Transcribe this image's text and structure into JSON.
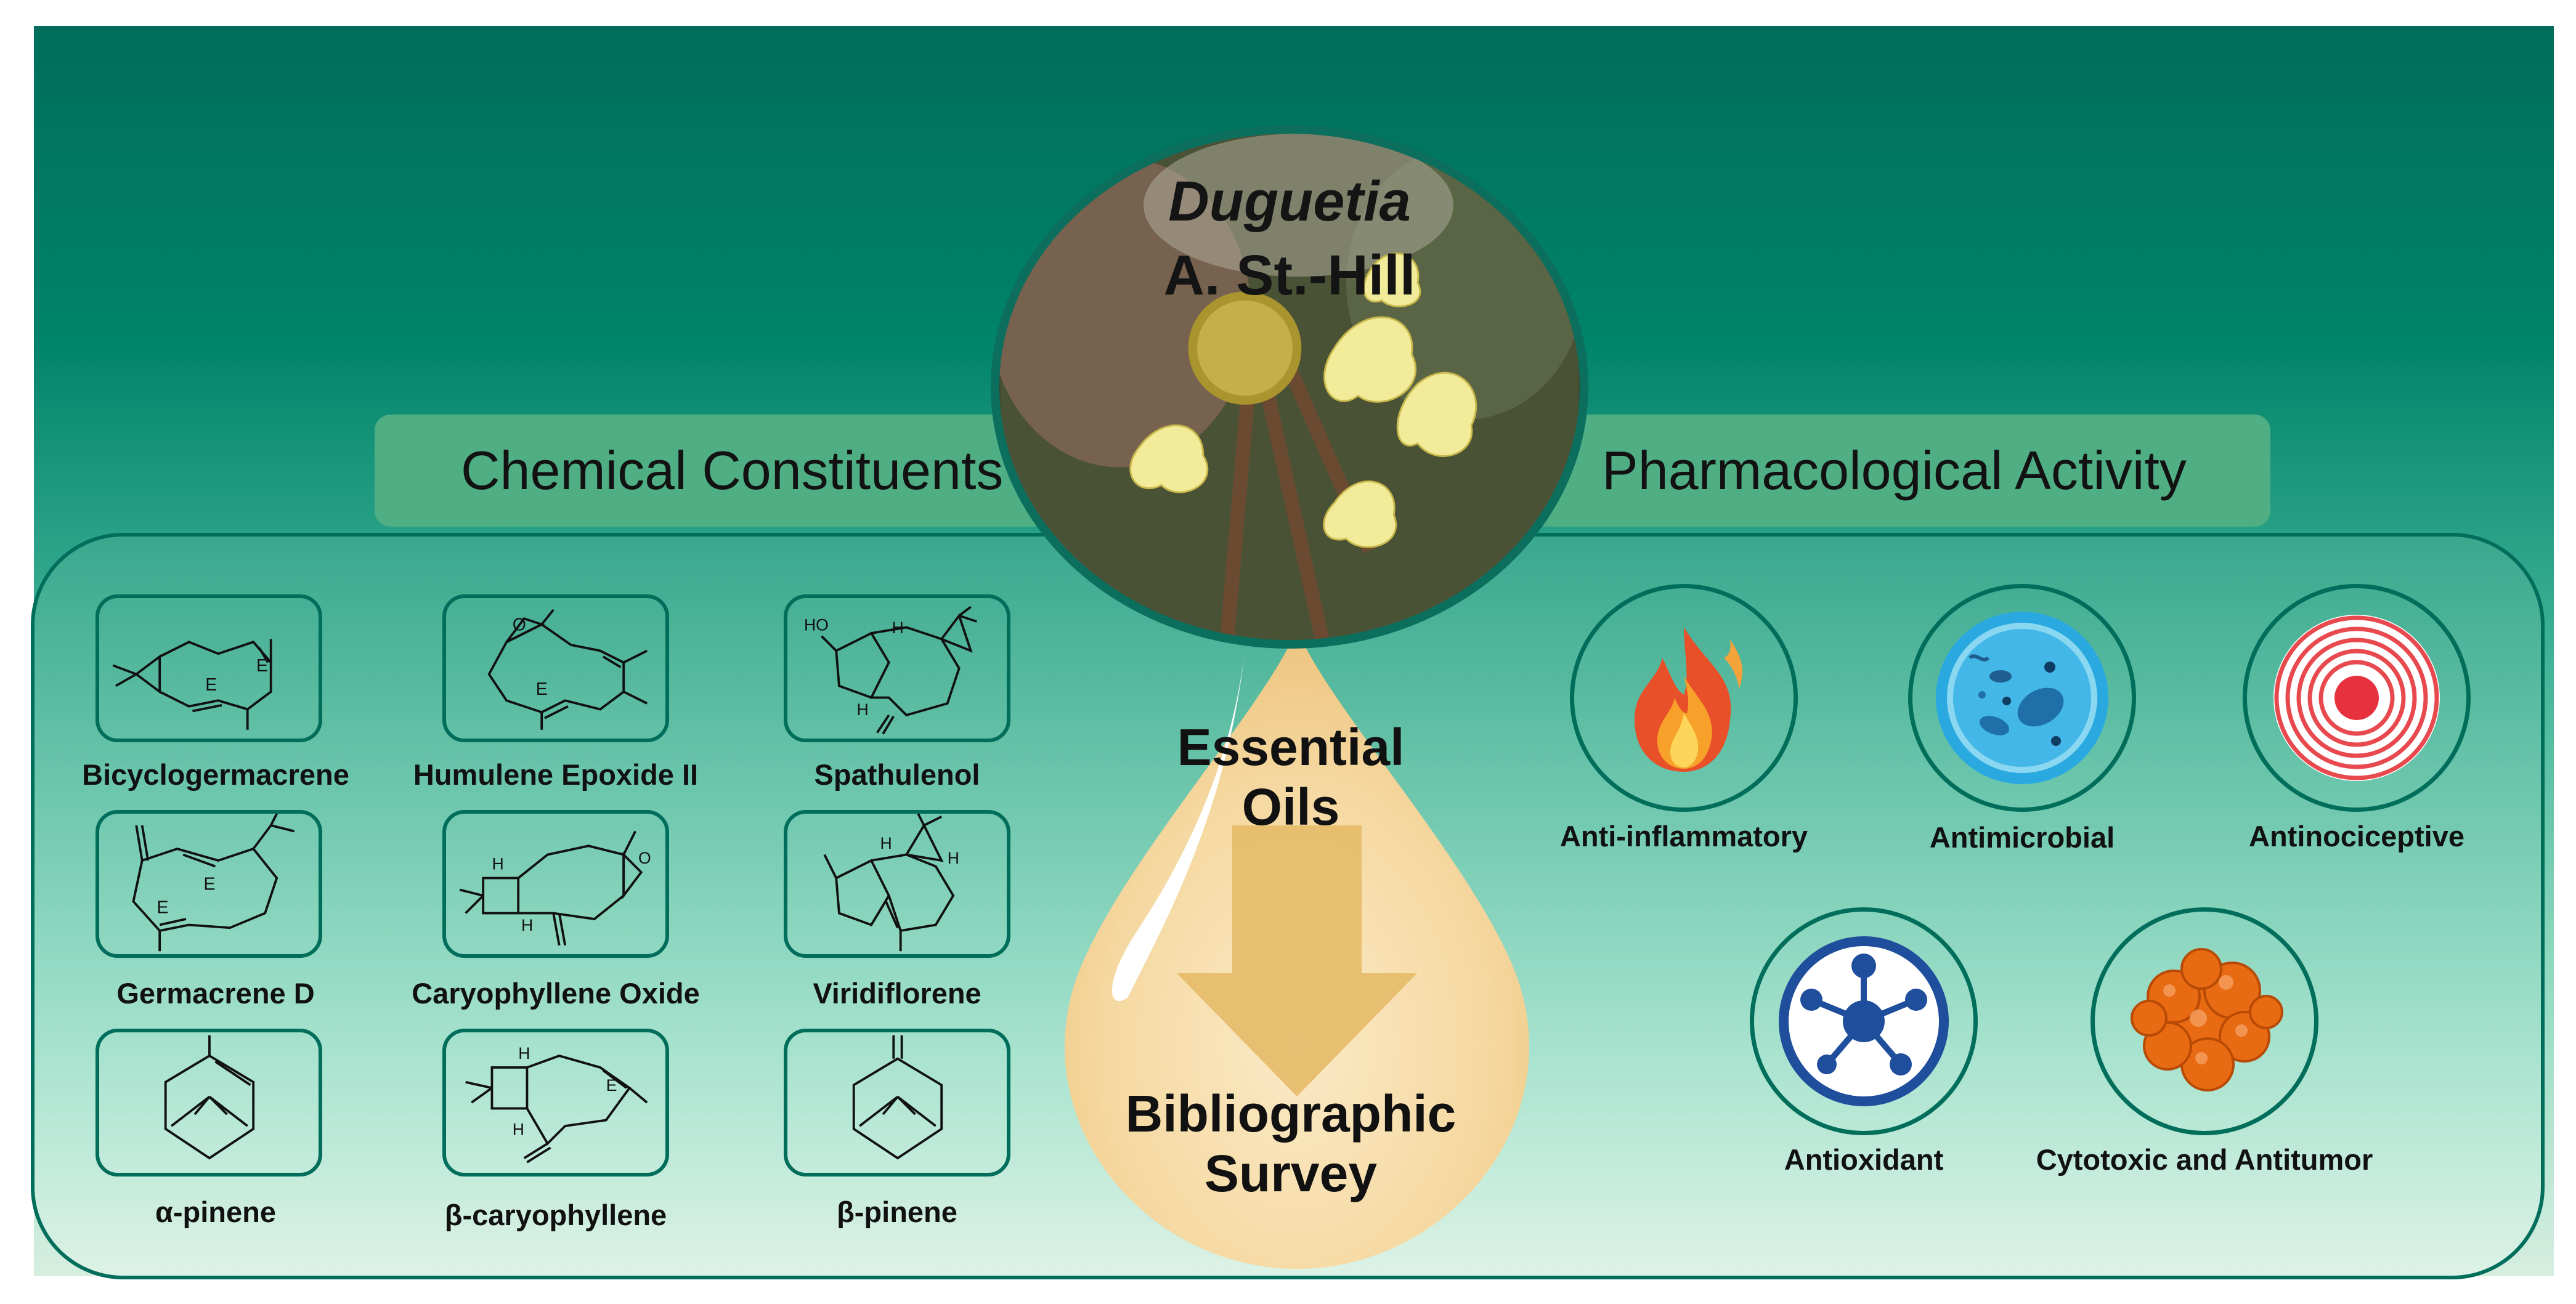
{
  "header": {
    "genus": "Duguetia",
    "authority": "A. St.-Hill"
  },
  "sections": {
    "left": "Chemical Constituents",
    "right": "Pharmacological Activity"
  },
  "drop": {
    "top_line1": "Essential",
    "top_line2": "Oils",
    "bottom_line1": "Bibliographic",
    "bottom_line2": "Survey"
  },
  "molecules": [
    {
      "name": "Bicyclogermacrene"
    },
    {
      "name": "Humulene Epoxide II"
    },
    {
      "name": "Spathulenol"
    },
    {
      "name": "Germacrene D"
    },
    {
      "name": "Caryophyllene Oxide"
    },
    {
      "name": "Viridiflorene"
    },
    {
      "name": "α-pinene"
    },
    {
      "name": "β-caryophyllene"
    },
    {
      "name": "β-pinene"
    }
  ],
  "structure_marks": {
    "E": "E",
    "H": "H",
    "HO": "HO",
    "O": "O"
  },
  "activities": [
    {
      "name": "Anti-inflammatory",
      "icon": "fire-icon"
    },
    {
      "name": "Antimicrobial",
      "icon": "microbe-cell-icon"
    },
    {
      "name": "Antinociceptive",
      "icon": "pain-target-icon"
    },
    {
      "name": "Antioxidant",
      "icon": "molecule-network-icon"
    },
    {
      "name": "Cytotoxic and Antitumor",
      "icon": "tumor-cells-icon"
    }
  ],
  "colors": {
    "dark_green": "#006e5b",
    "bar_green": "#4fae83",
    "drop": "#f6d9a0",
    "arrow": "#e5ba68"
  }
}
